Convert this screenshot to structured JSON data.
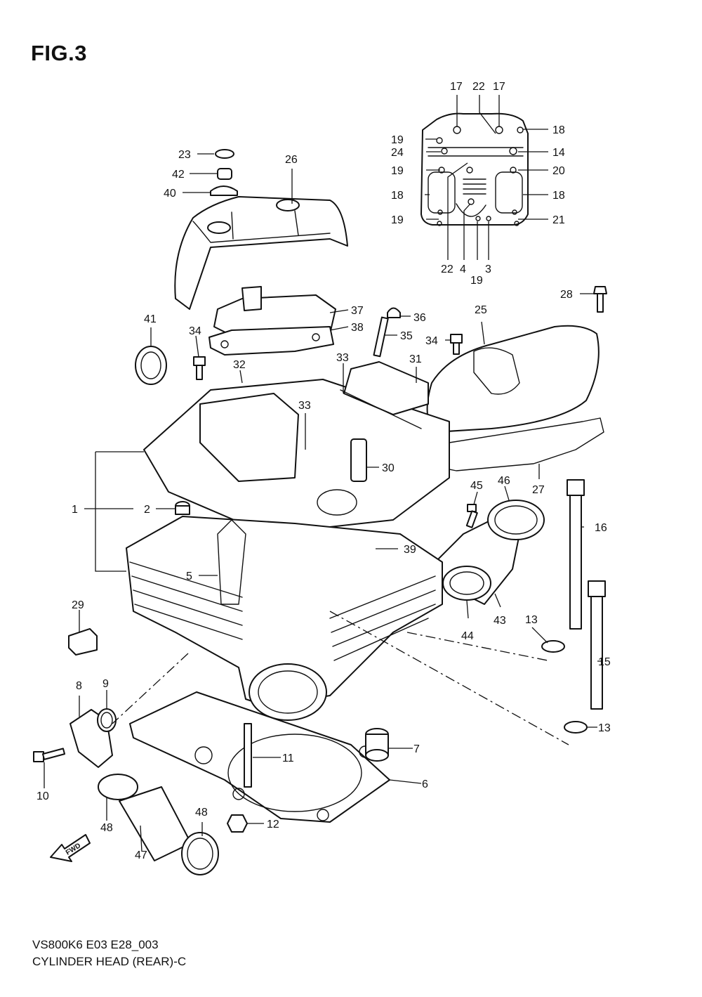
{
  "figure_title": "FIG.3",
  "footer": {
    "model_code": "VS800K6 E03 E28_003",
    "caption": "CYLINDER HEAD (REAR)-C"
  },
  "fwd_arrow_text": "FWD",
  "callouts": [
    "17",
    "22",
    "17",
    "19",
    "18",
    "24",
    "14",
    "19",
    "20",
    "18",
    "18",
    "19",
    "21",
    "22",
    "4",
    "19",
    "3",
    "23",
    "42",
    "40",
    "26",
    "28",
    "25",
    "37",
    "38",
    "36",
    "35",
    "34",
    "34",
    "41",
    "33",
    "31",
    "32",
    "33",
    "30",
    "27",
    "45",
    "46",
    "1",
    "2",
    "16",
    "39",
    "5",
    "43",
    "44",
    "13",
    "29",
    "15",
    "8",
    "9",
    "13",
    "7",
    "11",
    "6",
    "10",
    "12",
    "48",
    "48",
    "47"
  ]
}
